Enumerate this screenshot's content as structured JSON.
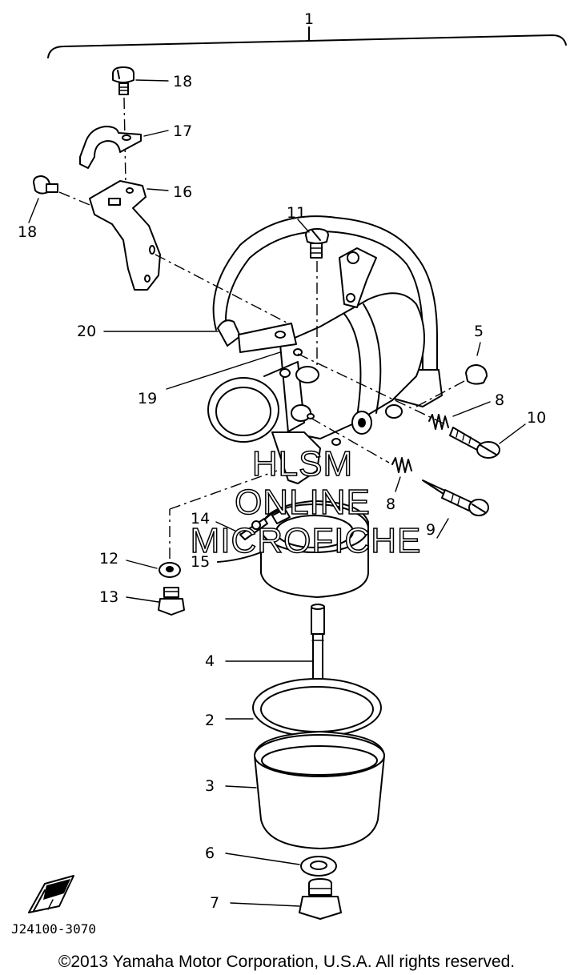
{
  "assembly_label": "1",
  "part_labels": {
    "p2": "2",
    "p3": "3",
    "p4": "4",
    "p5": "5",
    "p6": "6",
    "p7": "7",
    "p8a": "8",
    "p8b": "8",
    "p9": "9",
    "p10": "10",
    "p11": "11",
    "p12": "12",
    "p13": "13",
    "p14": "14",
    "p15": "15",
    "p16": "16",
    "p17": "17",
    "p18a": "18",
    "p18b": "18",
    "p19": "19",
    "p20": "20"
  },
  "diagram_code": "J24100-3070",
  "watermark": [
    "HLSM",
    "ONLINE",
    "MICROFICHE"
  ],
  "copyright": "©2013 Yamaha Motor Corporation, U.S.A. All rights reserved."
}
